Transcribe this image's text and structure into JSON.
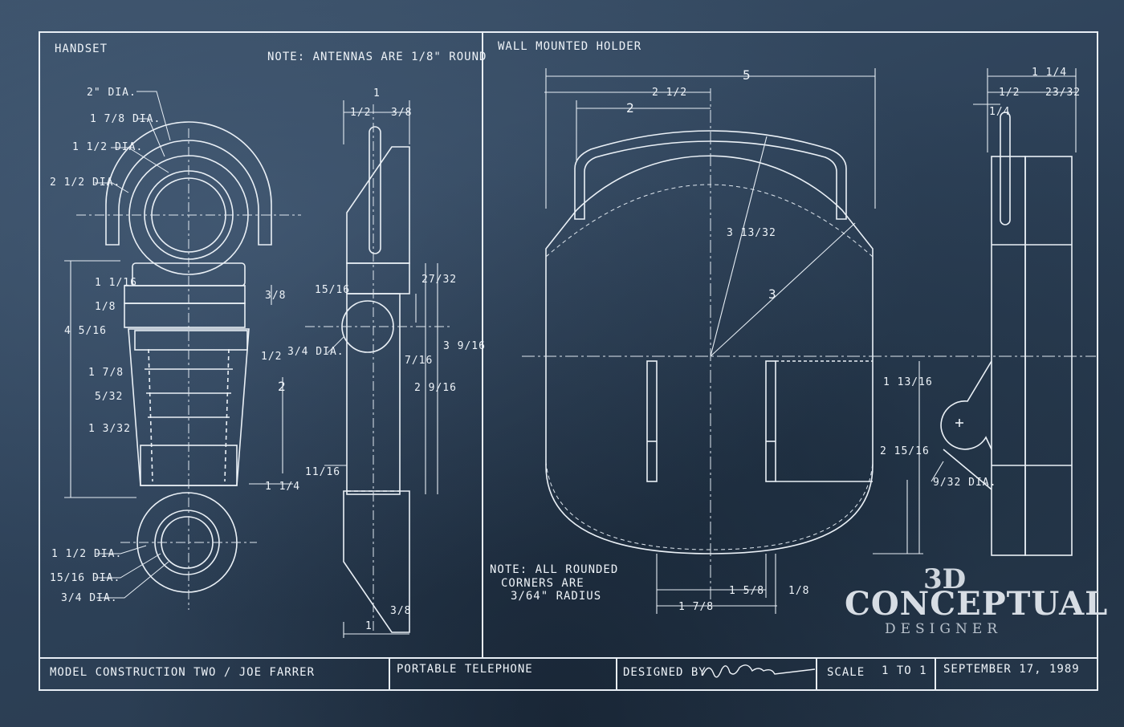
{
  "panels": {
    "handset": {
      "title": "HANDSET",
      "note": "NOTE: ANTENNAS ARE 1/8\" ROUND",
      "dims": {
        "d_2dia": "2\" DIA.",
        "d_178dia": "1 7/8 DIA.",
        "d_112dia_top": "1 1/2 DIA.",
        "d_212dia": "2 1/2 DIA.",
        "d_1_top": "1",
        "d_1_2": "1/2",
        "d_3_8_top": "3/8",
        "d_1_1_16": "1 1/16",
        "d_1_8": "1/8",
        "d_3_8": "3/8",
        "d_4_5_16": "4 5/16",
        "d_1_2b": "1/2",
        "d_1_7_8": "1 7/8",
        "d_5_32": "5/32",
        "d_1_3_32": "1 3/32",
        "d_2": "2",
        "d_1_1_4": "1 1/4",
        "d_15_16": "15/16",
        "d_3_4dia": "3/4 DIA.",
        "d_7_16": "7/16",
        "d_27_32": "27/32",
        "d_3_9_16": "3 9/16",
        "d_2_9_16": "2 9/16",
        "d_11_16": "11/16",
        "d_1_bottom": "1",
        "d_3_8_bottom": "3/8",
        "d_112dia_bot": "1 1/2 DIA.",
        "d_15_16dia": "15/16 DIA.",
        "d_3_4dia_bot": "3/4 DIA."
      }
    },
    "holder": {
      "title": "WALL MOUNTED HOLDER",
      "note_line1": "NOTE: ALL ROUNDED",
      "note_line2": "CORNERS ARE",
      "note_line3": "3/64\" RADIUS",
      "dims": {
        "d_5": "5",
        "d_2_1_2": "2 1/2",
        "d_2": "2",
        "d_3_13_32": "3 13/32",
        "d_3": "3",
        "d_1_13_16": "1 13/16",
        "d_2_15_16": "2 15/16",
        "d_1_5_8": "1 5/8",
        "d_1_8": "1/8",
        "d_1_7_8": "1 7/8",
        "d_1_1_4": "1 1/4",
        "d_1_2": "1/2",
        "d_23_32": "23/32",
        "d_1_4": "1/4",
        "d_9_32dia": "9/32 DIA."
      }
    }
  },
  "title_block": {
    "model": "MODEL CONSTRUCTION TWO / JOE FARRER",
    "project": "PORTABLE TELEPHONE",
    "designed_by_label": "DESIGNED BY",
    "scale_label": "SCALE",
    "scale_value": "1 TO 1",
    "date": "SEPTEMBER 17, 1989"
  },
  "watermark": {
    "line1": "3D",
    "line2": "CONCEPTUAL",
    "line3": "DESIGNER"
  }
}
